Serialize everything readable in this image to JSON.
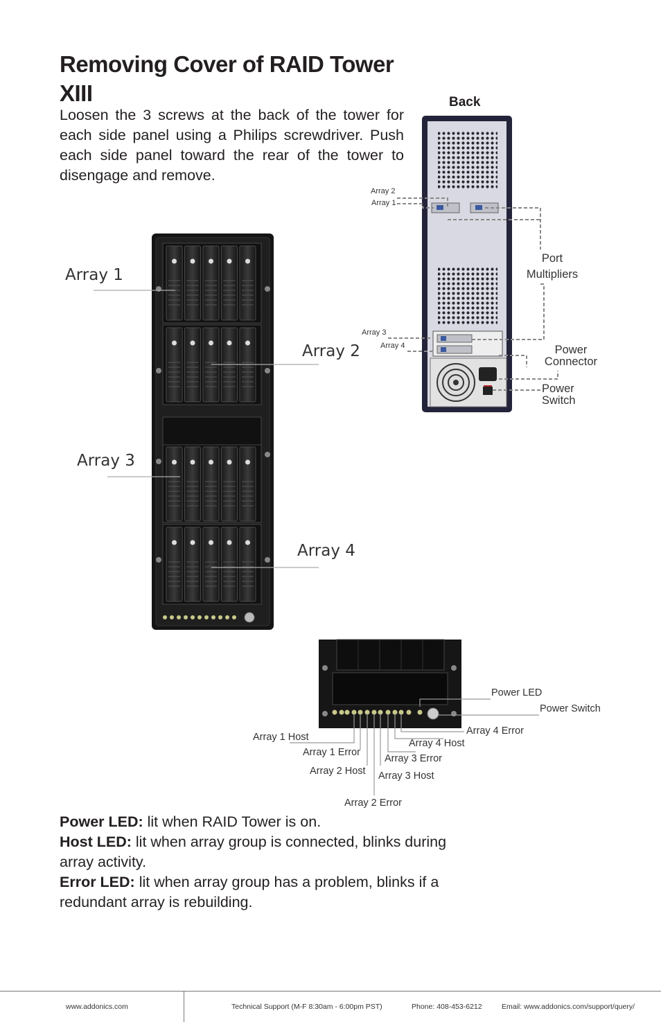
{
  "page": {
    "title": "Removing Cover of RAID Tower XIII",
    "intro": "Loosen the 3 screws at the back of the tower for each side panel using a Philips screwdriver. Push each side panel toward the rear of the tower to disengage and remove."
  },
  "front_view": {
    "labels": [
      "Array 1",
      "Array 2",
      "Array 3",
      "Array 4"
    ]
  },
  "back_view": {
    "title": "Back",
    "array_labels": [
      "Array 2",
      "Array 1",
      "Array 3",
      "Array 4"
    ],
    "port_multipliers": [
      "Port",
      "Multipliers"
    ],
    "power_connector": [
      "Power",
      "Connector"
    ],
    "power_switch": [
      "Power",
      "Switch"
    ]
  },
  "led_view": {
    "labels": {
      "power_led": "Power LED",
      "power_switch": "Power Switch",
      "array4_error": "Array 4 Error",
      "array4_host": "Array 4 Host",
      "array3_error": "Array 3 Error",
      "array3_host": "Array 3 Host",
      "array2_error": "Array 2 Error",
      "array2_host": "Array 2 Host",
      "array1_error": "Array 1 Error",
      "array1_host": "Array 1 Host"
    }
  },
  "legend": [
    {
      "term": "Power LED:",
      "text": " lit when RAID Tower is on."
    },
    {
      "term": "Host LED:",
      "text": " lit when array group is connected, blinks during array activity."
    },
    {
      "term": "Error LED:",
      "text": " lit when array group has a problem, blinks if a redundant array is rebuilding."
    }
  ],
  "footer": {
    "website": "www.addonics.com",
    "support": "Technical Support (M-F 8:30am - 6:00pm PST)",
    "phone": "Phone: 408-453-6212",
    "email": "Email: www.addonics.com/support/query/"
  }
}
